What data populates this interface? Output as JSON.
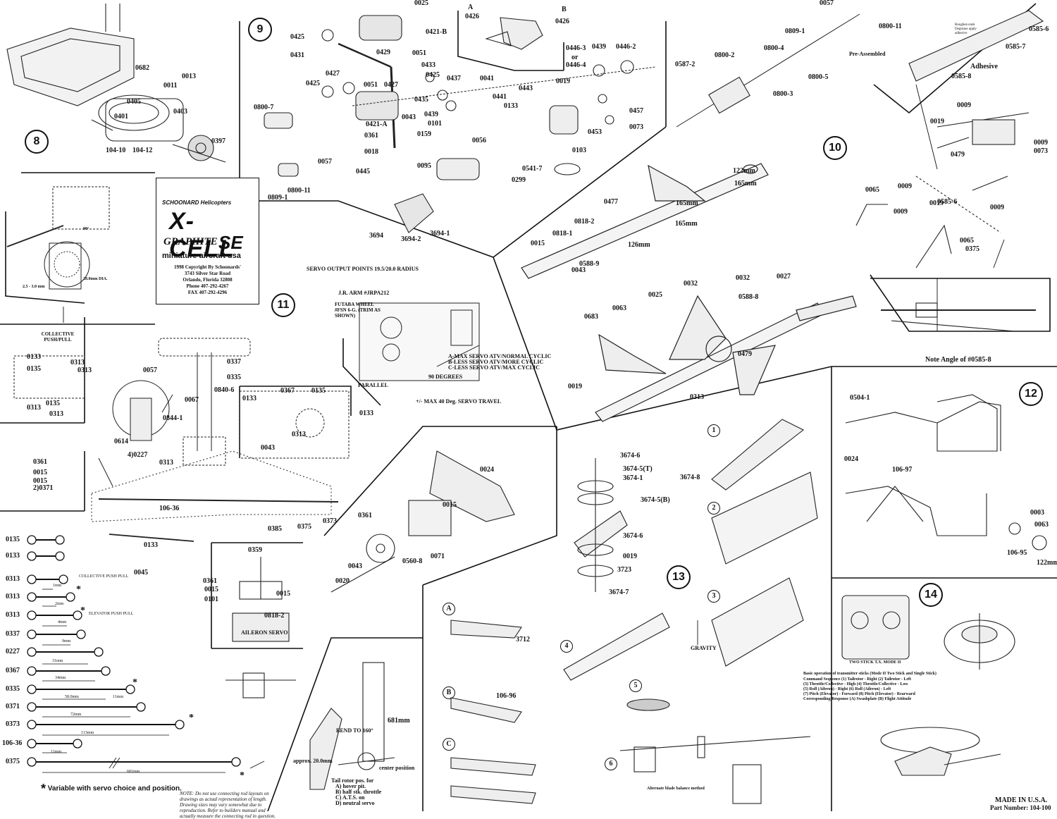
{
  "sections": {
    "s8": "8",
    "s9": "9",
    "s10": "10",
    "s11": "11",
    "s12": "12",
    "s13": "13",
    "s14": "14"
  },
  "title_block": {
    "brand": "SCHOONARD Helicopters",
    "product": "X-CELL",
    "graphite": "GRAPHITE",
    "se": "SE",
    "subtitle": "miniature aircraft usa",
    "copyright": "1998 Copyright By Schoonards'",
    "street": "3743 Silver Star Road",
    "city": "Orlando, Florida 32808",
    "phone": "Phone 407-292-4267",
    "fax": "FAX 407-292-4296"
  },
  "footer": {
    "made_in": "MADE IN U.S.A.",
    "part_number": "Part Number: 104-100"
  },
  "notes": {
    "variable": "Variable with servo choice and position.",
    "connecting_rod": "NOTE: Do not use connecting rod layouts on drawings as actual representation of length. Drawing sizes may vary somewhat due to reproduction. Refer to builders manual and actually measure the connecting rod in question.",
    "note_angle": "Note Angle of #0585-8",
    "servo_output": "SERVO OUTPUT POINTS 19.5/20.0 RADIUS",
    "jr_arm": "J.R. ARM #JRPA212",
    "futaba": "FUTABA WHEEL #FSN 6-G. (TRIM AS SHOWN)",
    "a_max": "A-MAX SERVO ATV/NORMAL CYCLIC",
    "b_less": "B-LESS SERVO ATV/MORE CYCLIC",
    "c_less": "C-LESS SERVO ATV/MAX CYCLIC",
    "parallel": "PARALLEL",
    "ninety": "90 DEGREES",
    "max_travel": "+/- MAX 40 Deg. SERVO TRAVEL",
    "collective": "COLLECTIVE PUSH/PULL",
    "aileron_servo": "AILERON SERVO",
    "pre_assembled": "Pre-Assembled",
    "adhesive": "Adhesive",
    "gravity": "GRAVITY",
    "alt_balance": "Alternate blade balance method",
    "two_stick": "TWO STICK T.X. MODE II",
    "bend": "BEND TO 160°",
    "approx": "approx. 20.0mm",
    "center_pos": "center position",
    "tail_rotor": "Tail rotor pos. for",
    "tr_a": "A) hover pit.",
    "tr_b": "B) half stk. throttle",
    "tr_c": "C) A.T.S. on",
    "tr_d": "D) neutral servo",
    "dim_28": "28.0mm DIA.",
    "dim_25": "2.5 - 3.0 mm",
    "dim_90": "90°",
    "adhesive_top": "Roughen ends Degrease apply adhesive"
  },
  "transmitter": {
    "heading": "Basic operation of transmitter sticks (Mode II Two Stick and Single Stick)",
    "rows": [
      "Command Sequence (1) Tailrotor - Right   (2) Tailrotor - Left",
      "(3) Throttle/Collective - High   (4) Throttle/Collective - Low",
      "(5) Roll (Aileron) - Right   (6) Roll (Aileron) - Left",
      "(7) Pitch (Elevator) - Forward   (8) Pitch (Elevator) - Rearward",
      "Corresponding Response (A) Swashplate   (B) Flight Attitude"
    ]
  },
  "rods": [
    {
      "part": "0135",
      "len": ""
    },
    {
      "part": "0133",
      "len": ""
    },
    {
      "part": "0313",
      "len": "1mm",
      "note": "COLLECTIVE PUSH PULL"
    },
    {
      "part": "0313",
      "len": "2mm"
    },
    {
      "part": "0313",
      "len": "4mm",
      "note": "ELEVATOR PUSH PULL"
    },
    {
      "part": "0337",
      "len": "9mm"
    },
    {
      "part": "0227",
      "len": "31mm"
    },
    {
      "part": "0367",
      "len": "34mm"
    },
    {
      "part": "0335",
      "len": "58.0mm",
      "extra": "11mm"
    },
    {
      "part": "0371",
      "len": "72mm"
    },
    {
      "part": "0373",
      "len": "113mm"
    },
    {
      "part": "106-36",
      "len": "11mm"
    },
    {
      "part": "0375",
      "len": "681mm"
    }
  ],
  "labels": [
    {
      "t": "0682"
    },
    {
      "t": "0013"
    },
    {
      "t": "0011"
    },
    {
      "t": "0405"
    },
    {
      "t": "0403"
    },
    {
      "t": "0401"
    },
    {
      "t": "0397"
    },
    {
      "t": "104-10"
    },
    {
      "t": "104-12"
    },
    {
      "t": "0025"
    },
    {
      "t": "0425"
    },
    {
      "t": "0421-B"
    },
    {
      "t": "0429"
    },
    {
      "t": "0431"
    },
    {
      "t": "0051"
    },
    {
      "t": "0433"
    },
    {
      "t": "0425"
    },
    {
      "t": "0427"
    },
    {
      "t": "0427"
    },
    {
      "t": "0425"
    },
    {
      "t": "0051"
    },
    {
      "t": "0437"
    },
    {
      "t": "0435"
    },
    {
      "t": "0041"
    },
    {
      "t": "0441"
    },
    {
      "t": "0443"
    },
    {
      "t": "0133"
    },
    {
      "t": "0439"
    },
    {
      "t": "0800-7"
    },
    {
      "t": "0421-A"
    },
    {
      "t": "0043"
    },
    {
      "t": "0101"
    },
    {
      "t": "0361"
    },
    {
      "t": "0159"
    },
    {
      "t": "0018"
    },
    {
      "t": "0445"
    },
    {
      "t": "0095"
    },
    {
      "t": "0057"
    },
    {
      "t": "0800-11"
    },
    {
      "t": "0809-1"
    },
    {
      "t": "0056"
    },
    {
      "t": "0541-7"
    },
    {
      "t": "0299"
    },
    {
      "t": "0103"
    },
    {
      "t": "3694"
    },
    {
      "t": "3694-2"
    },
    {
      "t": "3694-1"
    },
    {
      "t": "0426"
    },
    {
      "t": "0426"
    },
    {
      "t": "A"
    },
    {
      "t": "B"
    },
    {
      "t": "0446-3"
    },
    {
      "t": "or"
    },
    {
      "t": "0446-4"
    },
    {
      "t": "0439"
    },
    {
      "t": "0446-2"
    },
    {
      "t": "0019"
    },
    {
      "t": "0457"
    },
    {
      "t": "0453"
    },
    {
      "t": "0073"
    },
    {
      "t": "0057"
    },
    {
      "t": "0809-1"
    },
    {
      "t": "0800-11"
    },
    {
      "t": "0800-4"
    },
    {
      "t": "0800-2"
    },
    {
      "t": "0587-2"
    },
    {
      "t": "0800-5"
    },
    {
      "t": "0800-3"
    },
    {
      "t": "0585-6"
    },
    {
      "t": "0585-7"
    },
    {
      "t": "0585-8"
    },
    {
      "t": "0009"
    },
    {
      "t": "0019"
    },
    {
      "t": "0479"
    },
    {
      "t": "0009"
    },
    {
      "t": "0073"
    },
    {
      "t": "0065"
    },
    {
      "t": "0009"
    },
    {
      "t": "0019"
    },
    {
      "t": "0009"
    },
    {
      "t": "0585-6"
    },
    {
      "t": "0009"
    },
    {
      "t": "0065"
    },
    {
      "t": "0375"
    },
    {
      "t": "122mm"
    },
    {
      "t": "165mm"
    },
    {
      "t": "165mm"
    },
    {
      "t": "165mm"
    },
    {
      "t": "126mm"
    },
    {
      "t": "0043"
    },
    {
      "t": "0477"
    },
    {
      "t": "0818-2"
    },
    {
      "t": "0818-1"
    },
    {
      "t": "0015"
    },
    {
      "t": "0588-9"
    },
    {
      "t": "0032"
    },
    {
      "t": "0025"
    },
    {
      "t": "0032"
    },
    {
      "t": "0027"
    },
    {
      "t": "0063"
    },
    {
      "t": "0588-8"
    },
    {
      "t": "0683"
    },
    {
      "t": "0479"
    },
    {
      "t": "0019"
    },
    {
      "t": "0313"
    },
    {
      "t": "0133"
    },
    {
      "t": "0313"
    },
    {
      "t": "0313"
    },
    {
      "t": "0135"
    },
    {
      "t": "0313"
    },
    {
      "t": "0135"
    },
    {
      "t": "0313"
    },
    {
      "t": "0337"
    },
    {
      "t": "0335"
    },
    {
      "t": "0840-6"
    },
    {
      "t": "0057"
    },
    {
      "t": "0067"
    },
    {
      "t": "0844-1"
    },
    {
      "t": "0614"
    },
    {
      "t": "4)0227"
    },
    {
      "t": "0313"
    },
    {
      "t": "0367"
    },
    {
      "t": "0135"
    },
    {
      "t": "0133"
    },
    {
      "t": "0133"
    },
    {
      "t": "0313"
    },
    {
      "t": "0043"
    },
    {
      "t": "0361"
    },
    {
      "t": "0015"
    },
    {
      "t": "0015"
    },
    {
      "t": "2)0371"
    },
    {
      "t": "106-36"
    },
    {
      "t": "0385"
    },
    {
      "t": "0375"
    },
    {
      "t": "0373"
    },
    {
      "t": "0133"
    },
    {
      "t": "0045"
    },
    {
      "t": "0359"
    },
    {
      "t": "0361"
    },
    {
      "t": "0015"
    },
    {
      "t": "0101"
    },
    {
      "t": "0015"
    },
    {
      "t": "0818-2"
    },
    {
      "t": "0024"
    },
    {
      "t": "0015"
    },
    {
      "t": "0361"
    },
    {
      "t": "0043"
    },
    {
      "t": "0020"
    },
    {
      "t": "0560-8"
    },
    {
      "t": "0071"
    },
    {
      "t": "3674-6"
    },
    {
      "t": "3674-5(T)"
    },
    {
      "t": "3674-1"
    },
    {
      "t": "3674-5(B)"
    },
    {
      "t": "3674-6"
    },
    {
      "t": "0019"
    },
    {
      "t": "3723"
    },
    {
      "t": "3674-7"
    },
    {
      "t": "3674-8"
    },
    {
      "t": "3712"
    },
    {
      "t": "106-96"
    },
    {
      "t": "0504-1"
    },
    {
      "t": "0024"
    },
    {
      "t": "106-97"
    },
    {
      "t": "0003"
    },
    {
      "t": "0063"
    },
    {
      "t": "106-95"
    },
    {
      "t": "122mm"
    },
    {
      "t": "681mm"
    }
  ],
  "steps": [
    "A",
    "B",
    "C",
    "1",
    "2",
    "3",
    "4",
    "5",
    "6"
  ]
}
